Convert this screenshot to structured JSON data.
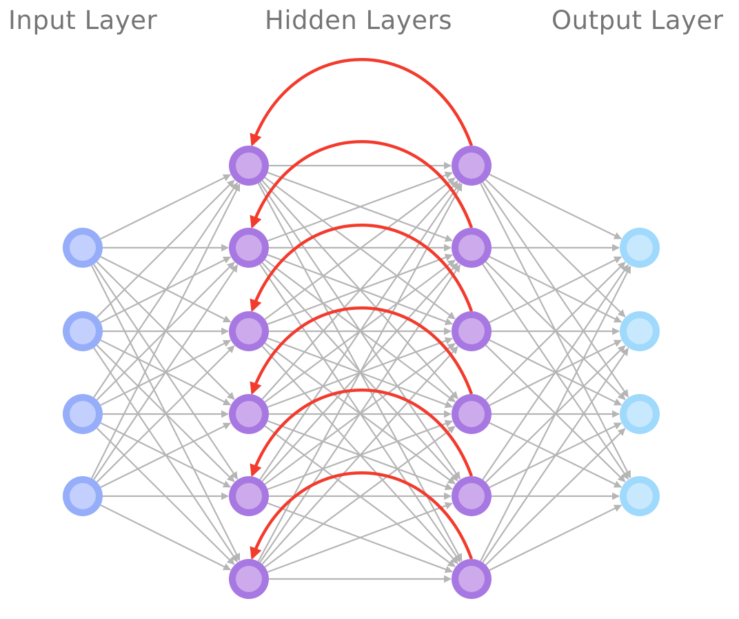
{
  "diagram": {
    "type": "recurrent-neural-network",
    "layers": [
      {
        "id": "input",
        "title": "Input Layer",
        "node_count": 4,
        "colors": {
          "ring": "#96aef9",
          "fill": "#c3cffc"
        }
      },
      {
        "id": "hidden1",
        "title": "Hidden Layers",
        "node_count": 6,
        "colors": {
          "ring": "#a878e2",
          "fill": "#cdaaeb"
        }
      },
      {
        "id": "hidden2",
        "title": "",
        "node_count": 6,
        "colors": {
          "ring": "#a878e2",
          "fill": "#cdaaeb"
        }
      },
      {
        "id": "output",
        "title": "Output Layer",
        "node_count": 4,
        "colors": {
          "ring": "#9fd9fc",
          "fill": "#c7e8fd"
        }
      }
    ],
    "connections": {
      "feedforward": "fully-connected between consecutive layers",
      "feedforward_color": "#b5b5b5",
      "recurrent": "each node in second hidden layer loops back to the corresponding node in first hidden layer",
      "recurrent_color": "#f33b2d"
    }
  },
  "titles": {
    "input": "Input Layer",
    "hidden": "Hidden Layers",
    "output": "Output Layer"
  }
}
